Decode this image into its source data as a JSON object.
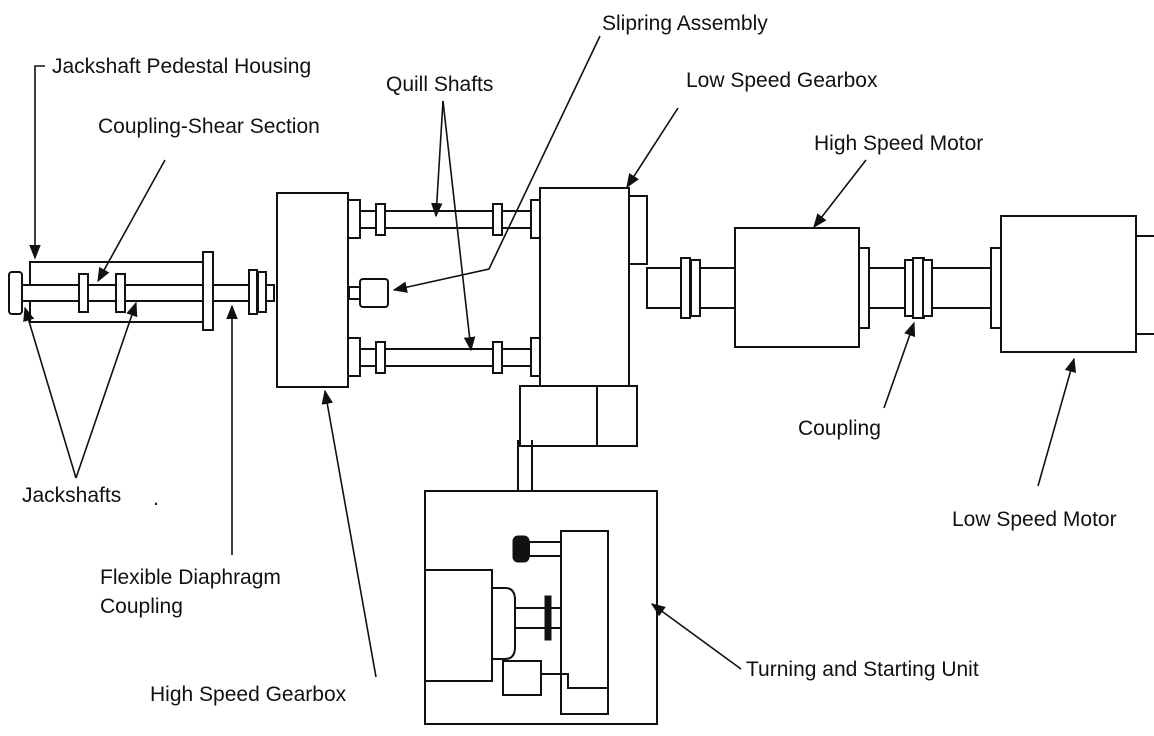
{
  "labels": {
    "jackshaft_pedestal_housing": "Jackshaft Pedestal Housing",
    "coupling_shear_section": "Coupling-Shear Section",
    "quill_shafts": "Quill Shafts",
    "slipring_assembly": "Slipring Assembly",
    "low_speed_gearbox": "Low Speed Gearbox",
    "high_speed_motor": "High Speed Motor",
    "jackshafts": "Jackshafts",
    "jackshafts_mark": ".",
    "flexible_diaphragm_coupling_line1": "Flexible Diaphragm",
    "flexible_diaphragm_coupling_line2": "Coupling",
    "high_speed_gearbox": "High Speed Gearbox",
    "coupling": "Coupling",
    "low_speed_motor": "Low Speed Motor",
    "turning_and_starting_unit": "Turning and Starting Unit"
  },
  "colors": {
    "ink": "#111111",
    "background": "#ffffff"
  }
}
